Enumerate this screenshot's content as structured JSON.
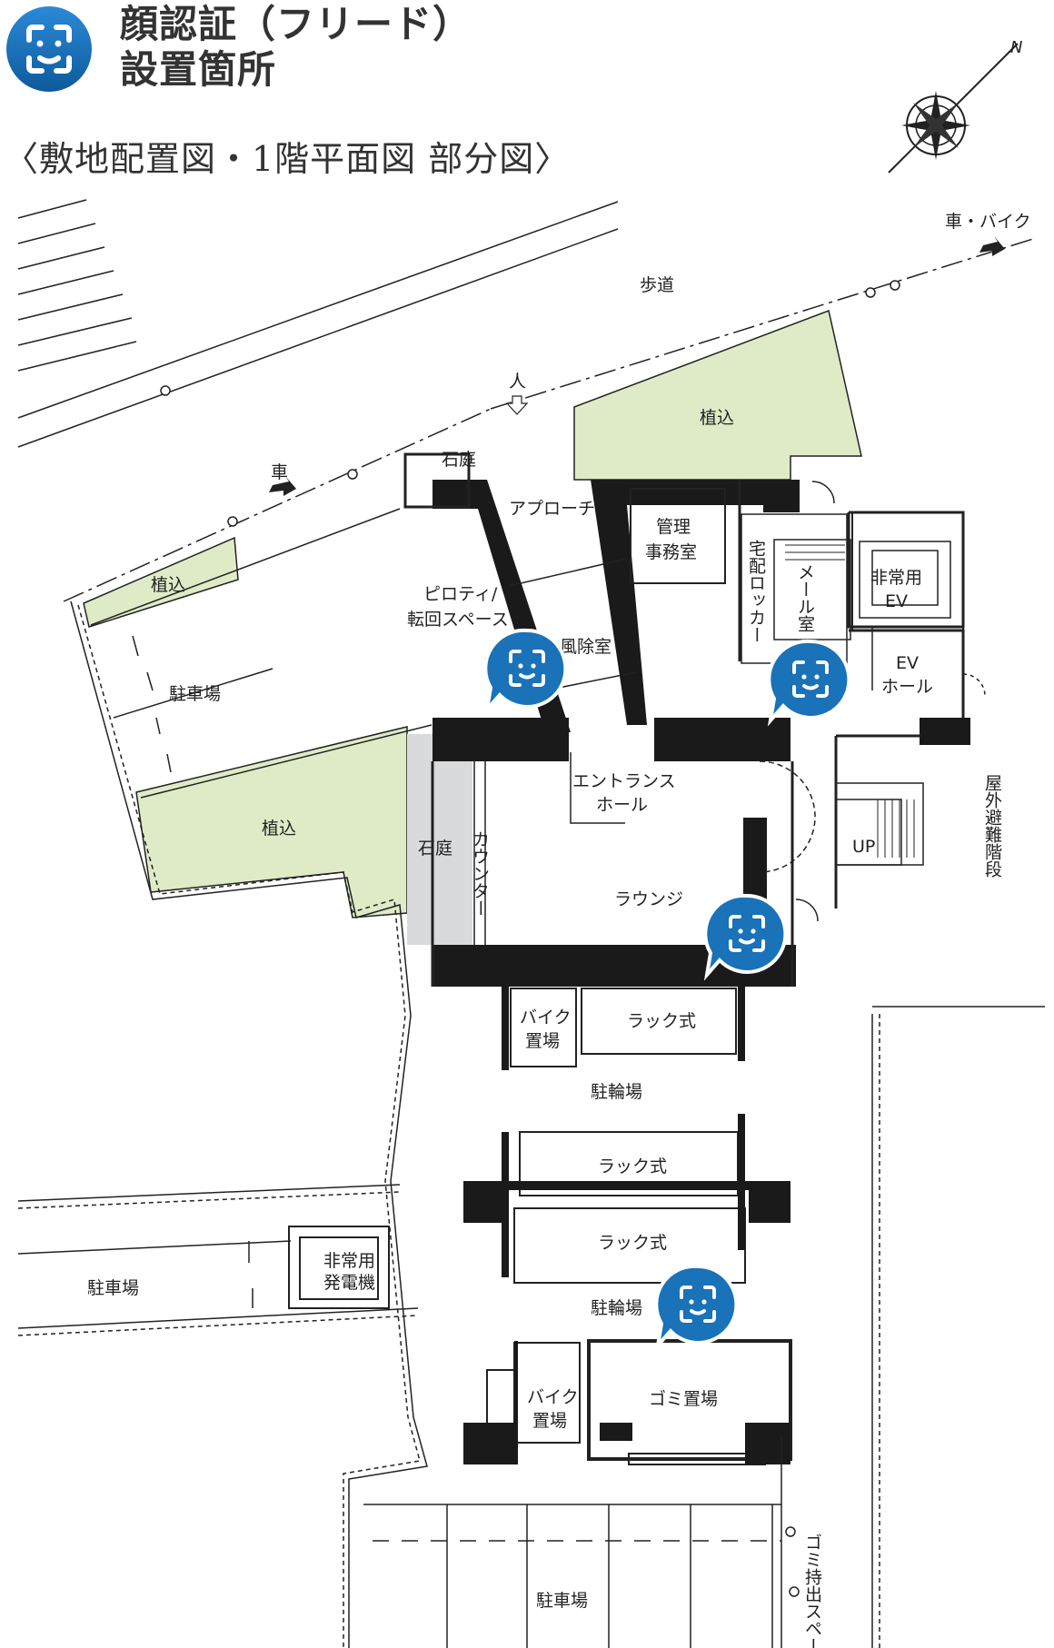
{
  "header": {
    "title_line1": "顔認証（フリード）",
    "title_line2": "設置箇所",
    "subtitle": "〈敷地配置図・1階平面図 部分図〉",
    "icon": "face-recognition-icon",
    "accent_color": "#1a6fb5"
  },
  "compass": {
    "north_label": "N"
  },
  "colors": {
    "planting": "#dfebc7",
    "stone_garden": "#d9dadb",
    "wall": "#1a1a1a",
    "marker": "#1a72b8"
  },
  "labels": {
    "road_sidewalk": "歩道",
    "car_bike": "車・バイク",
    "person": "人",
    "car": "車",
    "planting": "植込",
    "stone_garden": "石庭",
    "approach": "アプローチ",
    "pilotis_1": "ピロティ/",
    "pilotis_2": "転回スペース",
    "windbreak": "風除室",
    "parking": "駐車場",
    "office_1": "管理",
    "office_2": "事務室",
    "delivery_locker": "宅配ロッカー",
    "mail_room": "メール室",
    "emergency_ev_1": "非常用",
    "emergency_ev_2": "EV",
    "ev_hall_1": "EV",
    "ev_hall_2": "ホール",
    "entrance_1": "エントランス",
    "entrance_2": "ホール",
    "counter": "カウンター",
    "lounge": "ラウンジ",
    "outdoor_stairs": "屋外避難階段",
    "up": "UP",
    "bike_parking_1": "バイク",
    "bike_parking_2": "置場",
    "rack": "ラック式",
    "bicycle_parking": "駐輪場",
    "generator_1": "非常用",
    "generator_2": "発電機",
    "garbage": "ゴミ置場",
    "garbage_out": "ゴミ持出スペース"
  }
}
